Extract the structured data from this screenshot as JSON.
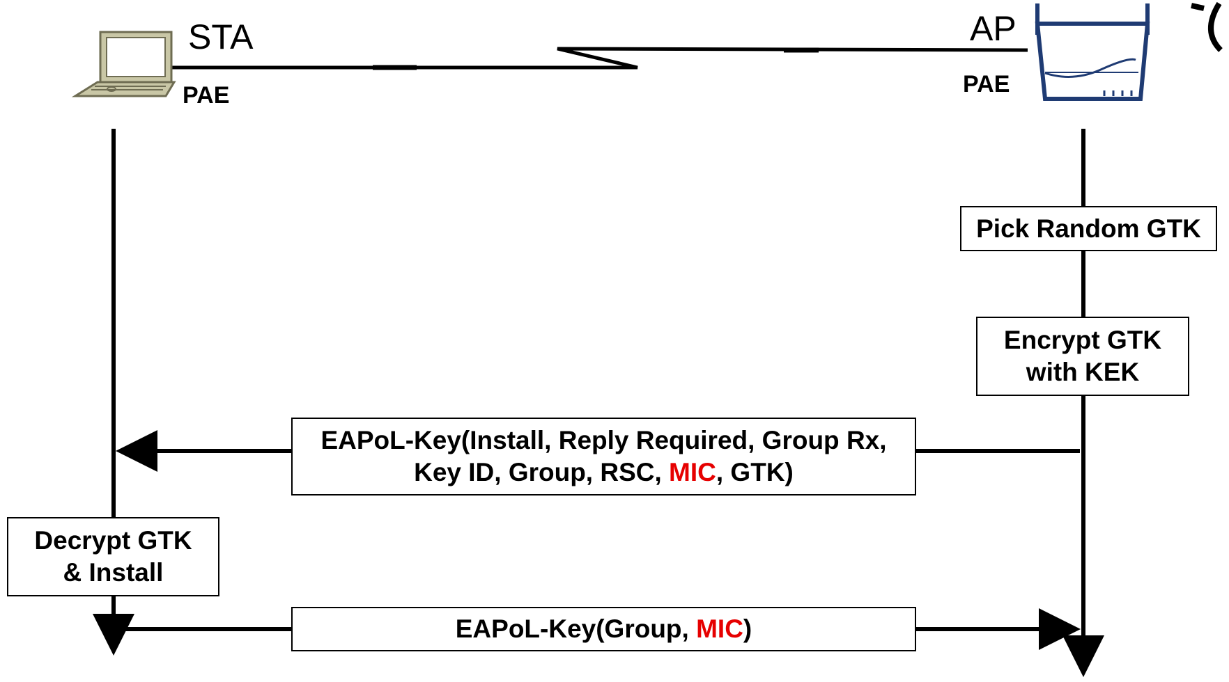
{
  "entities": {
    "sta": {
      "label": "STA",
      "pae": "PAE"
    },
    "ap": {
      "label": "AP",
      "pae": "PAE"
    }
  },
  "steps": {
    "pick_gtk": "Pick Random GTK",
    "encrypt_gtk": {
      "line1": "Encrypt GTK",
      "line2": "with KEK"
    },
    "decrypt_gtk": {
      "line1": "Decrypt GTK",
      "line2": "& Install"
    }
  },
  "messages": {
    "msg1": {
      "line1": "EAPoL-Key(Install, Reply Required, Group Rx,",
      "line2_pre": "Key ID, Group, RSC, ",
      "line2_mic": "MIC",
      "line2_post": ", GTK)"
    },
    "msg2": {
      "pre": "EAPoL-Key(Group, ",
      "mic": "MIC",
      "post": ")"
    }
  },
  "colors": {
    "mic_highlight": "#e60000",
    "ap_icon": "#1f3b73",
    "laptop_body": "#c9c7a6"
  },
  "icons": {
    "sta": "laptop-icon",
    "ap": "access-point-icon",
    "corner": "antenna-signal-icon"
  }
}
